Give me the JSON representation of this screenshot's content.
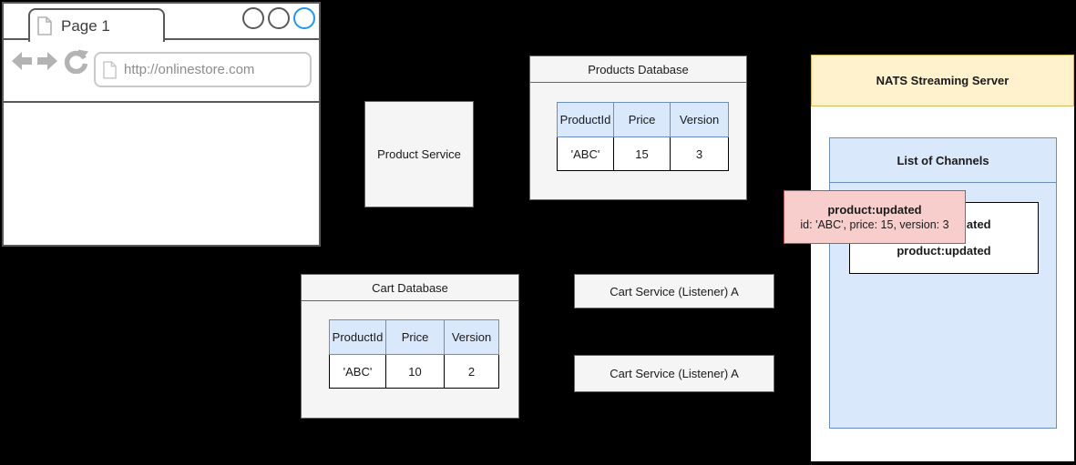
{
  "browser": {
    "tab_label": "Page 1",
    "url": "http://onlinestore.com",
    "window_controls": [
      "circle",
      "circle",
      "circle-active"
    ],
    "icons": {
      "tab_page_icon": "blank-page",
      "back_icon": "arrow-left",
      "forward_icon": "arrow-right",
      "refresh_icon": "reload-arrow",
      "url_page_icon": "blank-page"
    }
  },
  "product_service": {
    "label": "Product Service"
  },
  "products_database": {
    "title": "Products Database",
    "table": {
      "headers": [
        "ProductId",
        "Price",
        "Version"
      ],
      "row": [
        "'ABC'",
        "15",
        "3"
      ]
    }
  },
  "cart_database": {
    "title": "Cart Database",
    "table": {
      "headers": [
        "ProductId",
        "Price",
        "Version"
      ],
      "row": [
        "'ABC'",
        "10",
        "2"
      ]
    }
  },
  "cart_services": [
    {
      "label": "Cart Service (Listener) A"
    },
    {
      "label": "Cart Service (Listener) A"
    }
  ],
  "nats": {
    "title": "NATS Streaming Server",
    "channels_title": "List of Channels",
    "channel_entries": [
      "product:updated",
      "product:updated"
    ]
  },
  "tooltip": {
    "title": "product:updated",
    "detail": "id: 'ABC', price: 15, version: 3"
  },
  "colors": {
    "background": "#000000",
    "box_fill": "#f5f5f5",
    "box_border": "#666666",
    "blue_fill": "#dae8fc",
    "blue_border": "#6c8ebf",
    "yellow_fill": "#fff2cc",
    "yellow_border": "#d6b656",
    "pink_fill": "#f8cecc",
    "pink_border": "#b85450",
    "value_red": "#ff0000",
    "active_circle_blue": "#2196f3",
    "nav_icon_gray": "#b3b3b3"
  }
}
